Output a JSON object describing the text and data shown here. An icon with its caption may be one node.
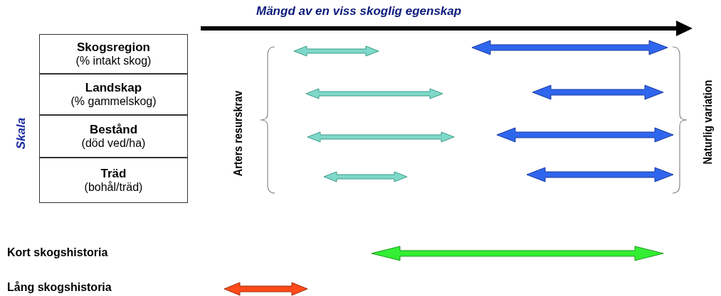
{
  "diagram": {
    "title": "Mängd av en viss skoglig egenskap",
    "nodes": [
      {
        "text": [
          "Skogsregion",
          "(% intakt skog)"
        ]
      },
      {
        "text": [
          "Landskap",
          "(% gammelskog)"
        ]
      },
      {
        "text": [
          "Bestånd",
          "(död ved/ha)"
        ]
      },
      {
        "text": [
          "Träd",
          "(bohål/träd)"
        ]
      }
    ],
    "labels": [
      "Skala",
      "Arters resurskrav",
      "Naturlig variation",
      "Kort skogshistoria",
      "Lång skogshistoria"
    ]
  }
}
